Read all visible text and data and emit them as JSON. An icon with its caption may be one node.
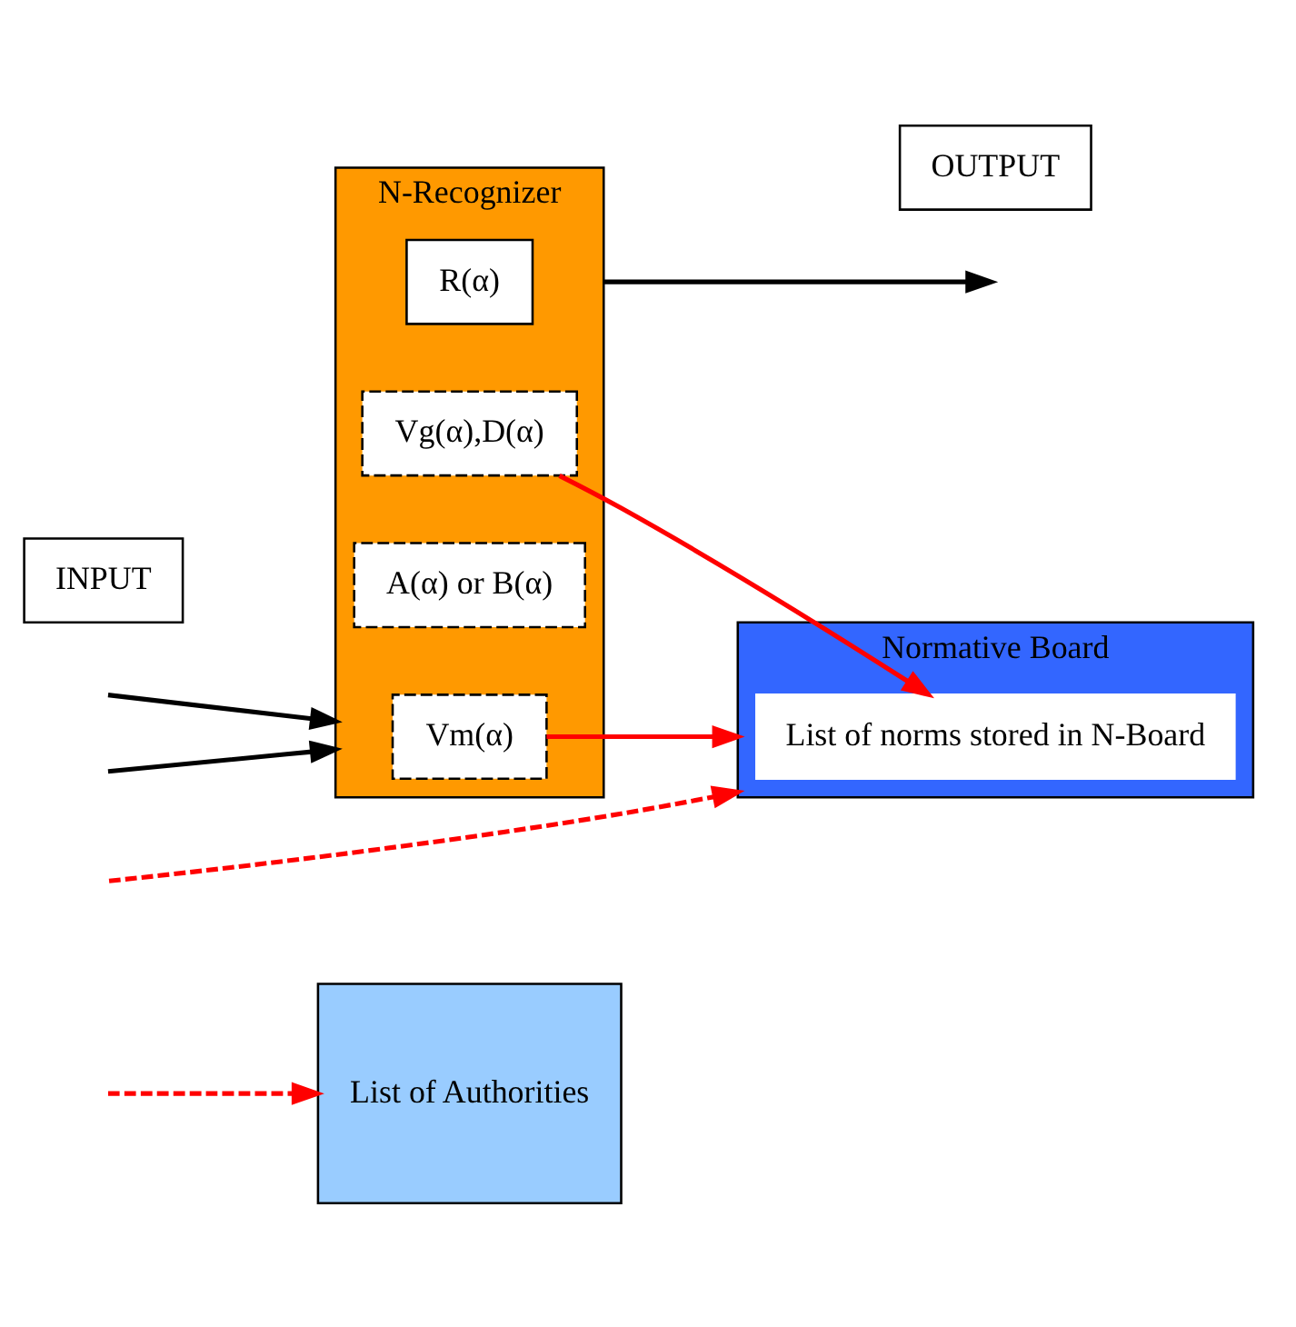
{
  "diagram": {
    "nodes": [
      {
        "text": [
          "List of Authorities"
        ]
      },
      {
        "text": [
          "Normative Board"
        ]
      },
      {
        "text": [
          "List of norms stored in N-Board"
        ],
        "in": 1
      },
      {
        "text": [
          "N-Recognizer"
        ]
      },
      {
        "text": [
          "Vm(α)"
        ],
        "in": 3
      },
      {
        "text": [
          "Vg(α),D(α)"
        ],
        "in": 3
      },
      {
        "text": [
          "A(α) or B(α)"
        ],
        "in": 3
      },
      {
        "text": [
          "R(α)"
        ],
        "in": 3
      },
      {
        "text": [
          "INPUT"
        ]
      },
      {
        "text": [
          "OUTPUT"
        ]
      }
    ],
    "edges": [
      {
        "from": 3,
        "to": null,
        "arrow": "to",
        "color": "#000000"
      },
      {
        "from": null,
        "to": 3,
        "arrow": "to",
        "color": "#000000"
      },
      {
        "from": null,
        "to": 3,
        "arrow": "to",
        "color": "#000000"
      },
      {
        "from": null,
        "to": 0,
        "arrow": "to",
        "style": "dashed",
        "color": "#ff0000"
      },
      {
        "from": null,
        "to": 1,
        "arrow": "to",
        "style": "dashed",
        "color": "#ff0000"
      },
      {
        "from": 4,
        "to": 1,
        "arrow": "to",
        "color": "#ff0000"
      },
      {
        "from": 5,
        "to": 2,
        "arrow": "to",
        "color": "#ff0000"
      }
    ]
  }
}
